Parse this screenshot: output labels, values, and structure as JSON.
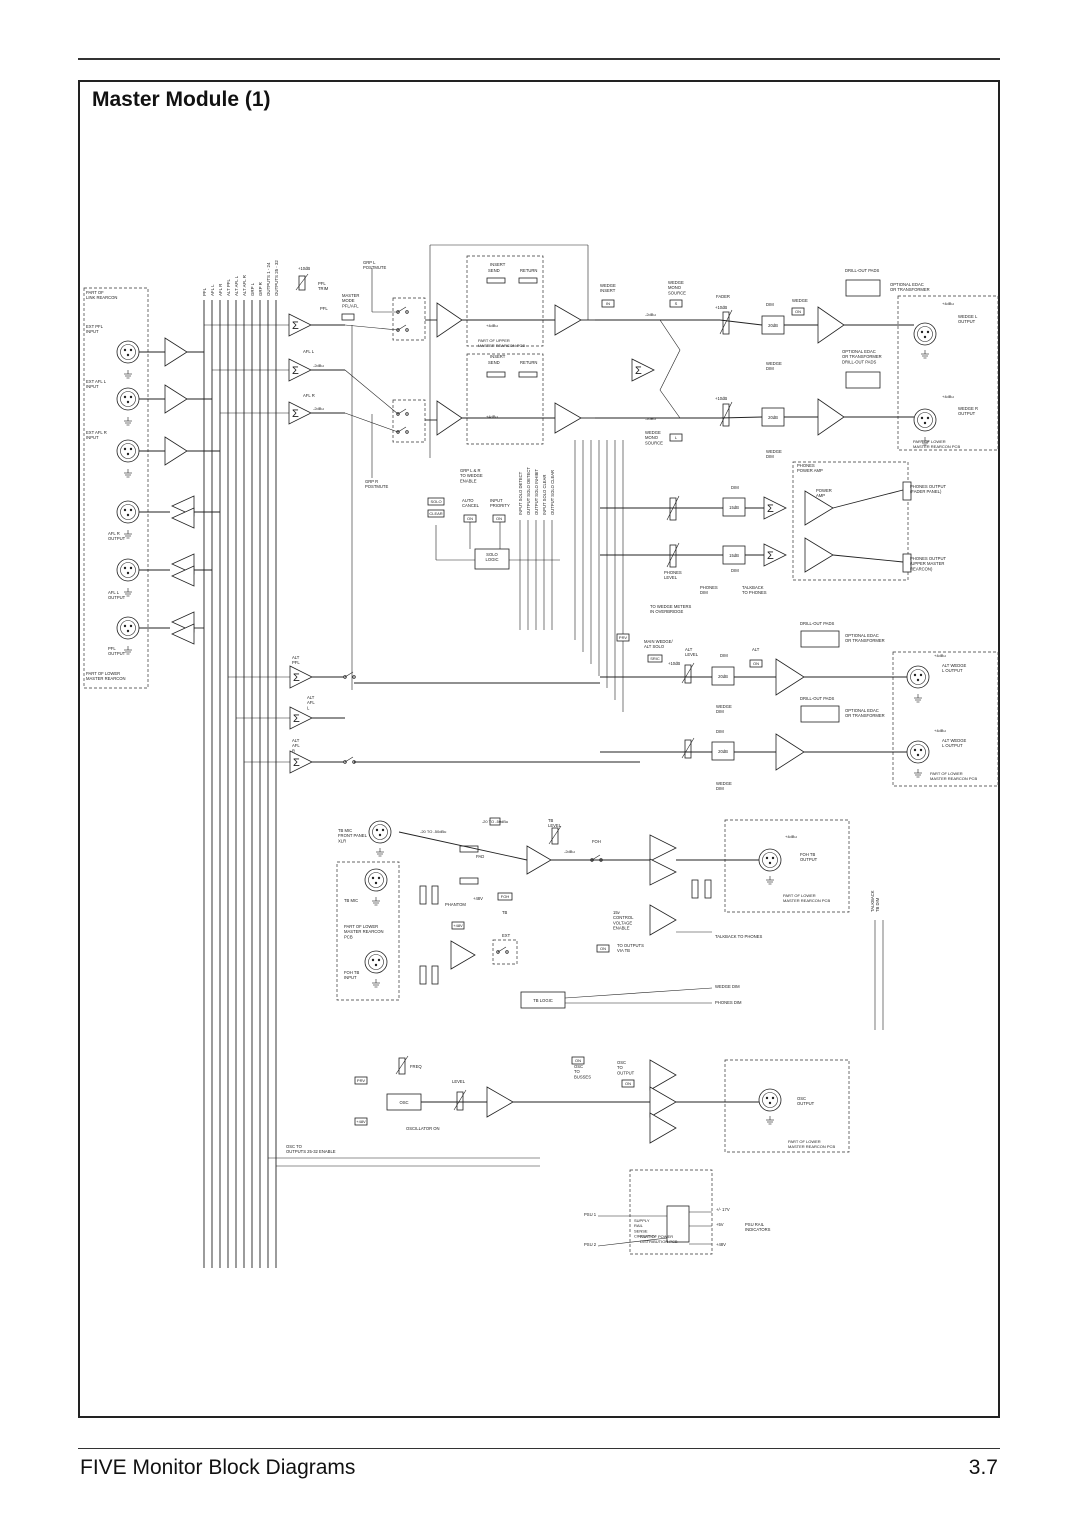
{
  "page": {
    "title": "Master Module (1)",
    "footer_left": "FIVE Monitor Block Diagrams",
    "footer_right": "3.7"
  },
  "labels": {
    "part_of_link_rearcon": "PART OF\nLINK REARCON",
    "ext_pfl_input": "EXT PFL\nINPUT",
    "ext_afl_l_input": "EXT AFL L\nINPUT",
    "ext_afl_r_input": "EXT AFL R\nINPUT",
    "afl_r_output": "AFL R\nOUTPUT",
    "afl_l_output": "AFL L\nOUTPUT",
    "pfl_output": "PFL\nOUTPUT",
    "part_of_lower_master_rearcon": "PART OF LOWER\nMASTER REARCON",
    "bus_pfl": "PFL",
    "bus_afl_l": "AFL L",
    "bus_afl_r": "AFL R",
    "bus_alt_pfl": "ALT PFL",
    "bus_alt_afl_l": "ALT AFL L",
    "bus_alt_afl_r": "ALT AFL R",
    "bus_grp_l": "GRP L",
    "bus_grp_r": "GRP R",
    "bus_outputs_1_24": "OUTPUTS 1 - 24",
    "bus_outputs_25_32": "OUTPUTS 25 - 32",
    "plus10db": "+10dB",
    "pfl_trim": "PFL\nTRIM",
    "pfl": "PFL",
    "afl_l": "AFL L",
    "afl_r": "AFL R",
    "minus2dbu": "-2dBu",
    "grp_l_postmute": "GRP L\nPOSTMUTE",
    "grp_r_postmute": "GRP R\nPOSTMUTE",
    "master_mode_pfl_afl": "MASTER\nMODE\nPFL/AFL",
    "insert": "INSERT",
    "send": "SEND",
    "return": "RETURN",
    "plus4dbu": "+4dBu",
    "part_of_upper_master_rearcon_pcb": "PART OF UPPER\nMASTER REARCON PCB",
    "grp_l_r_to_wedge_enable": "GRP L & R\nTO WEDGE\nENABLE",
    "wedge_insert": "WEDGE\nINSERT",
    "wedge_mono_source": "WEDGE\nMONO\nSOURCE",
    "btn_in": "IN",
    "btn_s": "S",
    "btn_l": "L",
    "btn_on": "ON",
    "fader": "FADER",
    "dim": "DIM",
    "wedge": "WEDGE",
    "db20": "20dB",
    "db15": "15dB",
    "wedge_dim": "WEDGE\nDIM",
    "drill_out_pads": "DRILL-OUT PADS",
    "optional_edac": "OPTIONAL EDAC\nOR TRANSFORMER",
    "optional_edac_pads": "OPTIONAL EDAC\nOR TRANSFORMER\nDRILL-OUT PADS",
    "wedge_l_output": "WEDGE L\nOUTPUT",
    "wedge_r_output": "WEDGE R\nOUTPUT",
    "part_of_lower_master_rearcon_pcb": "PART OF LOWER\nMASTER REARCON PCB",
    "solo": "SOLO",
    "clear": "CLEAR",
    "auto_cancel": "AUTO\nCANCEL",
    "input_priority": "INPUT\nPRIORITY",
    "solo_logic": "SOLO\nLOGIC",
    "input_solo_detect": "INPUT SOLO DETECT",
    "output_solo_detect": "OUTPUT SOLO DETECT",
    "output_solo_inhibit": "OUTPUT SOLO INHIBIT",
    "input_solo_clear": "INPUT SOLO CLEAR",
    "output_solo_clear": "OUTPUT SOLO CLEAR",
    "phones_power_amp": "PHONES\nPOWER AMP",
    "power_amp": "POWER\nAMP",
    "phones_output_fader_panel": "PHONES OUTPUT\n(FADER PANEL)",
    "phones_output_upper": "PHONES OUTPUT\n(UPPER MASTER\nREARCON)",
    "phones_level": "PHONES\nLEVEL",
    "phones_dim": "PHONES\nDIM",
    "talkback_to_phones": "TALKBACK\nTO PHONES",
    "to_wedge_meters": "TO WEDGE METERS\nIN OVERBRIDGE",
    "main_wedge_alt_solo": "MAIN WEDGE/\nALT SOLO",
    "prv": "PRV",
    "sric": "SRIC",
    "alt_level": "ALT\nLEVEL",
    "alt": "ALT",
    "alt_wedge_l_output": "ALT WEDGE\nL OUTPUT",
    "alt_pfl": "ALT\nPFL",
    "alt_afl_l": "ALT\nAFL\nL",
    "alt_afl_r": "ALT\nAFL\nR",
    "tb_mic_front_panel_xlr": "TB MIC\nFRONT PANEL\nXLR",
    "tb_mic": "TB MIC",
    "part_of_lower_master_rearcon_pcb2": "PART OF LOWER\nMASTER REARCON\nPCB",
    "foh_tb_input": "FOH TB\nINPUT",
    "minus20_to_minus50": "-20 TO -50dBu",
    "pad": "PAD",
    "phantom": "PHANTOM",
    "plus48v": "+48V",
    "tb": "TB",
    "tb_level": "TB\nLEVEL",
    "foh": "FOH",
    "ext": "EXT",
    "control_voltage_enable": "15v\nCONTROL\nVOLTAGE\nENABLE",
    "to_outputs_via_tb": "TO OUTPUTS\nVIA TB",
    "tb_logic": "TB LOGIC",
    "talkback_to_phones_line": "TALKBACK TO PHONES",
    "wedge_dim_line": "WEDGE DIM",
    "phones_dim_line": "PHONES DIM",
    "foh_tb_output": "FOH TB\nOUTPUT",
    "talkback_tb_dim": "TALKBACK\nTB DIM",
    "freq": "FREQ",
    "level": "LEVEL",
    "osc": "OSC",
    "oscillator_on": "OSCILLATOR ON",
    "osc_to_busses": "OSC\nTO\nBUSSES",
    "osc_to_output": "OSC\nTO\nOUTPUT",
    "osc_output": "OSC\nOUTPUT",
    "osc_to_outputs_enable": "OSC TO\nOUTPUTS 25-32 ENABLE",
    "psu1": "PSU 1",
    "psu2": "PSU 2",
    "supply_rail_sense": "SUPPLY\nRAIL\nSENSE\nCIRCUITRY",
    "rail_17v": "+/- 17V",
    "rail_5v": "+5V",
    "rail_48v": "+48V",
    "psu_rail_indicators": "PSU RAIL\nINDICATORS",
    "part_of_power_distribution": "PART OF POWER\nDISTRIBUTION PCB",
    "sigma": "Σ"
  }
}
